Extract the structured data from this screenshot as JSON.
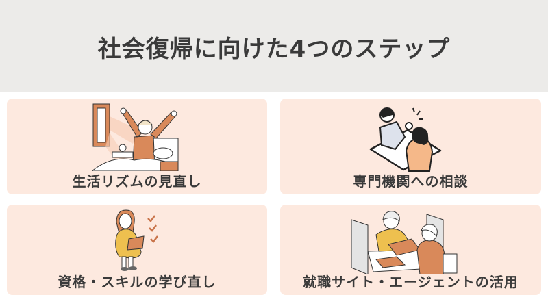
{
  "header": {
    "title": "社会復帰に向けた4つのステップ"
  },
  "steps": [
    {
      "label": "生活リズムの見直し",
      "illustration": "person-waking-up-stretching-in-bed-icon"
    },
    {
      "label": "専門機関への相談",
      "illustration": "consultation-at-table-icon"
    },
    {
      "label": "資格・スキルの学び直し",
      "illustration": "woman-with-tablet-and-checkmarks-icon"
    },
    {
      "label": "就職サイト・エージェントの活用",
      "illustration": "agent-interview-with-partitions-icon"
    }
  ],
  "colors": {
    "header_bg": "#ecebe9",
    "card_bg": "#fde9df",
    "text": "#3a3a3a",
    "accent_orange": "#d9895a",
    "accent_yellow": "#eec04f"
  }
}
